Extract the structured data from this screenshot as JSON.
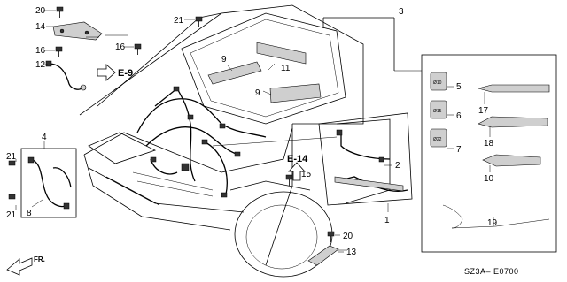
{
  "callouts": [
    "20",
    "14",
    "16",
    "12",
    "21",
    "16",
    "9",
    "11",
    "9",
    "3",
    "5",
    "6",
    "7",
    "17",
    "18",
    "10",
    "19",
    "4",
    "21",
    "8",
    "21",
    "2",
    "1",
    "15",
    "20",
    "13"
  ],
  "refs": [
    "E-9",
    "E-14"
  ],
  "clip_labels": [
    "Ø10",
    "Ø15",
    "Ø22"
  ],
  "direction_label": "FR.",
  "diagram_code": "SZ3A– E0700"
}
